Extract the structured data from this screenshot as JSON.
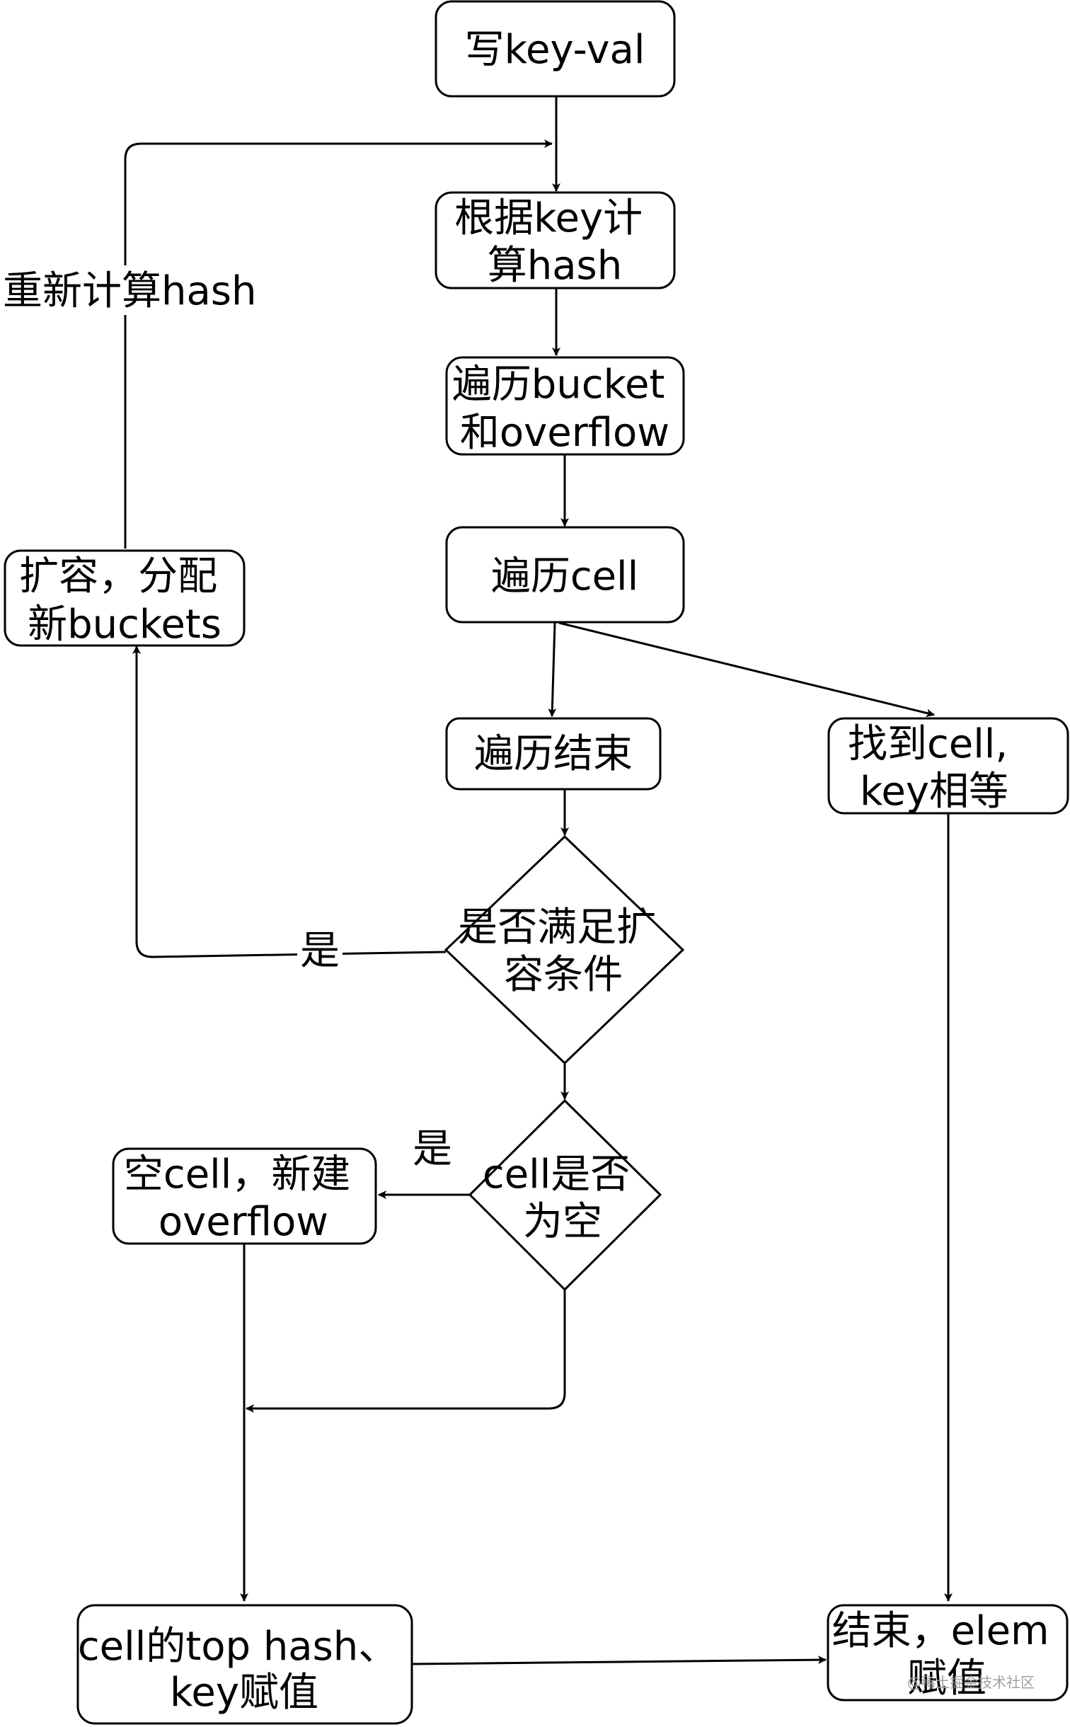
{
  "nodes": {
    "write_kv": {
      "lines": [
        "写key-val"
      ]
    },
    "compute_hash": {
      "lines": [
        "根据key计",
        "算hash"
      ]
    },
    "iterate_bucket": {
      "lines": [
        "遍历bucket",
        "和overflow"
      ]
    },
    "iterate_cell": {
      "lines": [
        "遍历cell"
      ]
    },
    "iterate_end": {
      "lines": [
        "遍历结束"
      ]
    },
    "found_cell": {
      "lines": [
        "找到cell,",
        "key相等"
      ]
    },
    "need_expand": {
      "lines": [
        "是否满足扩",
        "容条件"
      ]
    },
    "expand": {
      "lines": [
        "扩容，分配",
        "新buckets"
      ]
    },
    "cell_empty": {
      "lines": [
        "cell是否",
        "为空"
      ]
    },
    "new_overflow": {
      "lines": [
        "空cell，新建",
        "overflow"
      ]
    },
    "assign_key": {
      "lines": [
        "cell的top hash、",
        "key赋值"
      ]
    },
    "finish": {
      "lines": [
        "结束，elem",
        "赋值"
      ]
    }
  },
  "edge_labels": {
    "rehash": "重新计算hash",
    "expand_yes": "是",
    "empty_yes": "是"
  },
  "watermark": "@稀土掘金技术社区"
}
